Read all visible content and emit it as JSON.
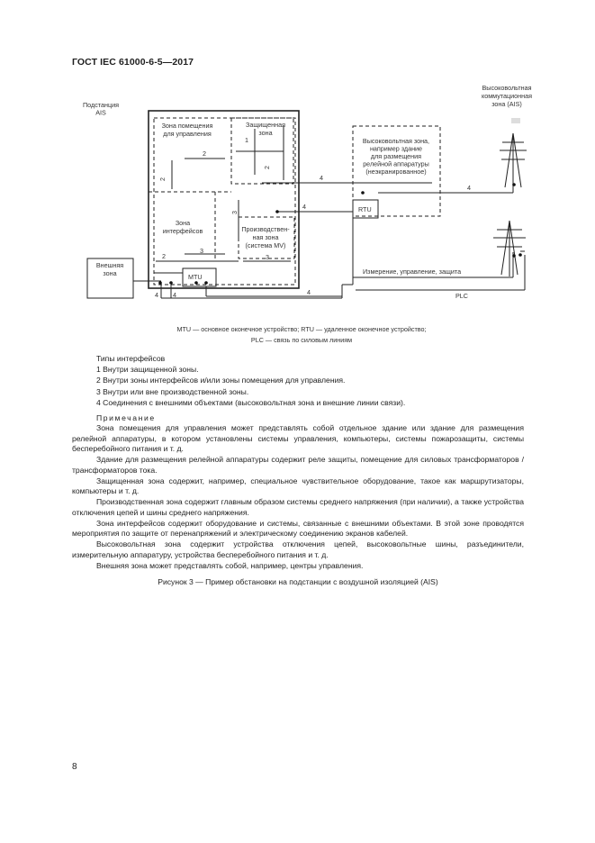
{
  "header": {
    "standard": "ГОСТ IEC 61000-6-5—2017"
  },
  "diagram": {
    "substation_label": [
      "Подстанция",
      "AIS"
    ],
    "hv_switch_label": [
      "Высоковольтная",
      "коммутационная",
      "зона (AIS)"
    ],
    "control_room_label": [
      "Зона помещения",
      "для управления"
    ],
    "protected_zone_label": [
      "Защищенная",
      "зона"
    ],
    "hv_zone_label": [
      "Высоковольтная зона,",
      "например здание",
      "для размещения",
      "релейной аппаратуры",
      "(неэкранированное)"
    ],
    "interfaces_zone_label": [
      "Зона",
      "интерфейсов"
    ],
    "production_zone_label": [
      "Производствен-",
      "ная зона",
      "(система MV)"
    ],
    "external_zone_label": [
      "Внешняя",
      "зона"
    ],
    "mtu": "MTU",
    "rtu": "RTU",
    "measurement_label": "Измерение, управление, защита",
    "plc": "PLC",
    "n1": "1",
    "n2": "2",
    "n3": "3",
    "n4": "4"
  },
  "caption": {
    "line1": "MTU — основное оконечное устройство; RTU — удаленное оконечное устройство;",
    "line2": "PLC — связь по силовым линиям"
  },
  "interface_types": {
    "title": "Типы интерфейсов",
    "items": [
      "1 Внутри защищенной зоны.",
      "2 Внутри зоны интерфейсов и/или зоны помещения для управления.",
      "3 Внутри или вне производственной зоны.",
      "4 Соединения с внешними объектами (высоковольтная зона и внешние линии связи)."
    ]
  },
  "note": {
    "title": "Примечание",
    "paragraphs": [
      "Зона помещения для управления может представлять собой отдельное здание или здание для размещения релейной аппаратуры, в котором установлены системы управления, компьютеры, системы пожарозащиты, системы бесперебойного питания и т. д.",
      "Здание для размещения релейной аппаратуры содержит реле защиты, помещение для силовых трансформаторов / трансформаторов тока.",
      "Защищенная зона содержит, например, специальное чувствительное оборудование, такое как маршрутизаторы, компьютеры и т. д.",
      "Производственная зона содержит главным образом системы среднего напряжения (при наличии), а также устройства отключения цепей и шины среднего напряжения.",
      "Зона интерфейсов содержит оборудование и системы, связанные с внешними объектами. В этой зоне проводятся мероприятия по защите от перенапряжений и электрическому соединению экранов кабелей.",
      "Высоковольтная зона содержит устройства отключения цепей, высоковольтные шины, разъединители, измерительную аппаратуру, устройства бесперебойного питания и т. д.",
      "Внешняя зона может представлять собой, например, центры управления."
    ]
  },
  "figure_title": "Рисунок 3 — Пример обстановки на подстанции с воздушной изоляцией (AIS)",
  "page_number": "8"
}
